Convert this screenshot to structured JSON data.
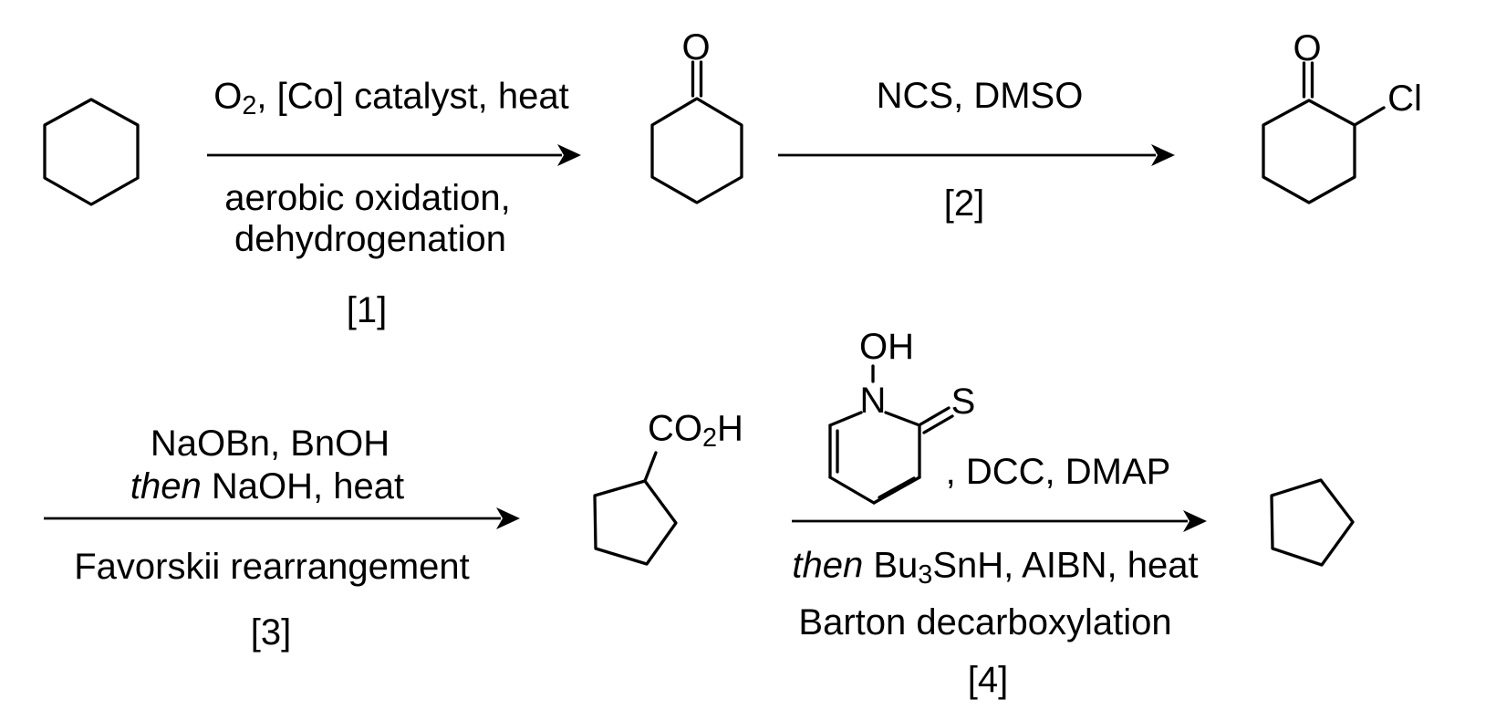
{
  "colors": {
    "ink": "#000000",
    "background": "#ffffff"
  },
  "step1": {
    "above_pre": "O",
    "above_sub": "2",
    "above_post": ", [Co] catalyst, heat",
    "below_line1": "aerobic oxidation,",
    "below_line2": "dehydrogenation",
    "label": "[1]"
  },
  "step2": {
    "above": "NCS, DMSO",
    "label": "[2]"
  },
  "step3": {
    "above_line1": "NaOBn, BnOH",
    "above_line2_italic": "then",
    "above_line2_rest": " NaOH, heat",
    "below": "Favorskii rearrangement",
    "label": "[3]"
  },
  "step4": {
    "reagent_suffix": ", DCC, DMAP",
    "below_line1_italic": "then",
    "below_line1_pre": " Bu",
    "below_line1_sub": "3",
    "below_line1_post": "SnH, AIBN, heat",
    "below_line2": "Barton decarboxylation",
    "label": "[4]"
  },
  "molecules": {
    "cyclohexanone_o": "O",
    "chloro_o": "O",
    "chloro_cl": "Cl",
    "acid_pre": "CO",
    "acid_sub": "2",
    "acid_post": "H",
    "thione_oh": "OH",
    "thione_n": "N",
    "thione_s": "S"
  }
}
